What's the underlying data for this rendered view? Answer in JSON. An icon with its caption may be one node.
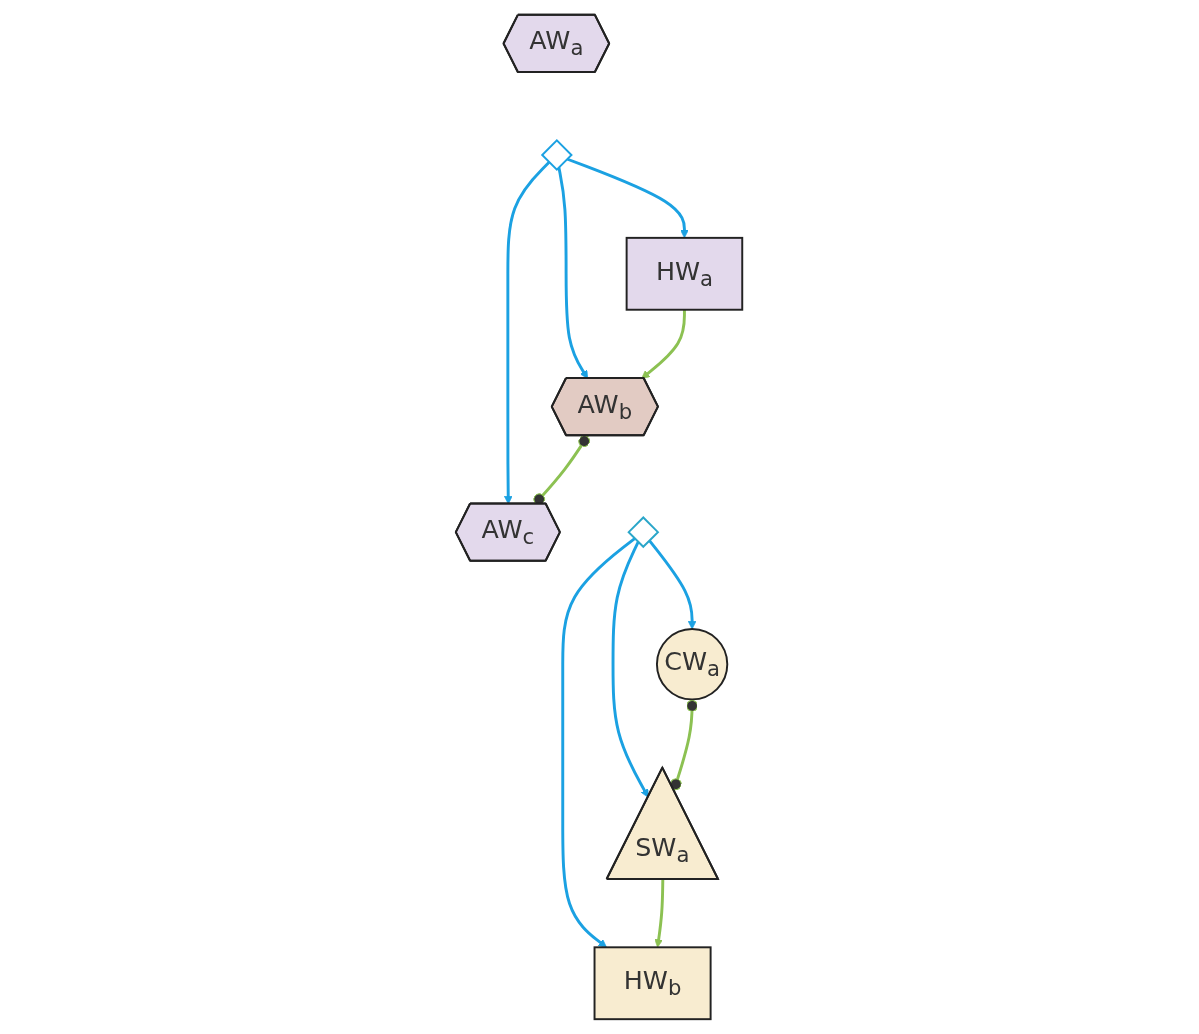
{
  "diagram": {
    "nodes": [
      {
        "text": [
          "AW$_{a}$"
        ]
      },
      {
        "text": [],
        "shape": "diamond"
      },
      {
        "text": [
          "HW$_{a}$"
        ]
      },
      {
        "text": [
          "AW$_{b}$"
        ]
      },
      {
        "text": [
          "AW$_{c}$"
        ]
      },
      {
        "text": [],
        "shape": "diamond"
      },
      {
        "text": [
          "HW$_{b}$"
        ]
      },
      {
        "text": [
          "SW$_{a}$"
        ]
      },
      {
        "text": [
          "CW$_{a}$"
        ]
      }
    ],
    "edges": [
      {
        "from": 1,
        "to": 2,
        "arrow": "to"
      },
      {
        "from": 1,
        "to": 3,
        "arrow": "to"
      },
      {
        "from": 1,
        "to": 4,
        "arrow": "to"
      },
      {
        "from": 2,
        "to": 3,
        "arrow": "to",
        "color": "#8cc152"
      },
      {
        "from": 3,
        "to": 4,
        "arrow": "other",
        "color": "#8cc152"
      },
      {
        "from": 5,
        "to": 6,
        "arrow": "to"
      },
      {
        "from": 5,
        "to": 7,
        "arrow": "to"
      },
      {
        "from": 5,
        "to": 8,
        "arrow": "to"
      },
      {
        "from": 7,
        "to": 6,
        "arrow": "to",
        "color": "#8cc152"
      },
      {
        "from": 8,
        "to": 7,
        "arrow": "other",
        "color": "#8cc152"
      }
    ]
  }
}
